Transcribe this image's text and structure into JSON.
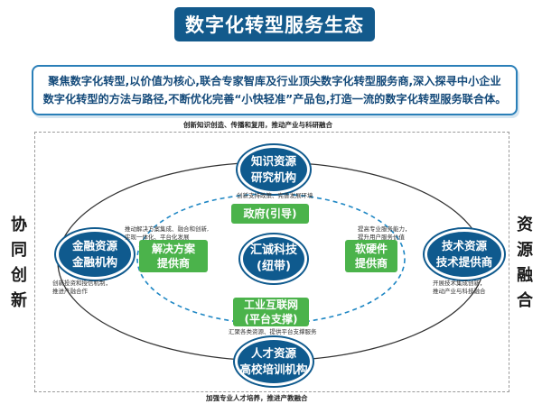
{
  "title": "数字化转型服务生态",
  "intro": {
    "line1": "聚焦数字化转型,以价值为核心,联合专家智库及行业顶尖数字化转型服务商,深入探寻中小企业",
    "line2": "数字化转型的方法与路径,不断优化完善“小快轻准”产品包,打造一流的数字化转型服务联合体。"
  },
  "top_caption": "创新知识创造、传播和复用，推动产业与科研融合",
  "bottom_caption": "加强专业人才培养，推进产教融合",
  "left_label": [
    "协",
    "同",
    "创",
    "新"
  ],
  "right_label": [
    "资",
    "源",
    "融",
    "合"
  ],
  "nodes": {
    "top": {
      "line1": "知识资源",
      "line2": "研究机构",
      "note": "创新支持政策、完善发展环境"
    },
    "left": {
      "line1": "金融资源",
      "line2": "金融机构",
      "note1": "创新投资和授信机制，",
      "note2": "推进产融合作"
    },
    "right": {
      "line1": "技术资源",
      "line2": "技术提供商",
      "note1": "开展技术集成创新，",
      "note2": "推动产业与科技融合"
    },
    "bottom": {
      "line1": "人才资源",
      "line2": "高校培训机构"
    },
    "center": {
      "line1": "汇诚科技",
      "line2": "(纽带)"
    }
  },
  "boxes": {
    "gov": {
      "label": "政府(引导)"
    },
    "solution": {
      "line1": "解决方案",
      "line2": "提供商",
      "note1": "推动解决方案集成、融合和创新,",
      "note2": "实现一体化、平台化发展"
    },
    "hardware": {
      "line1": "软硬件",
      "line2": "提供商",
      "note1": "提高专业服务能力，",
      "note2": "提升用户服务价值"
    },
    "industrial": {
      "line1": "工业互联网",
      "line2": "(平台支撑)",
      "note": "汇聚各类资源、提供平台支撑服务"
    }
  }
}
